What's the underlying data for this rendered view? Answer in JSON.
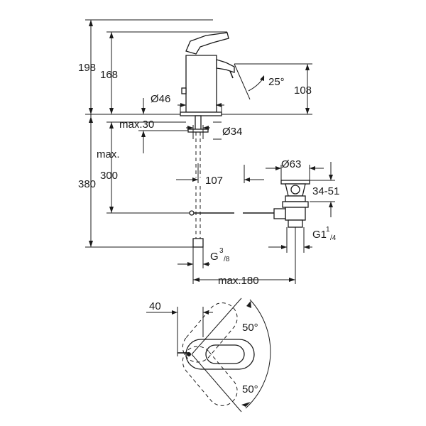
{
  "dimensions": {
    "d198": "198",
    "d168": "168",
    "d25": "25°",
    "d108": "108",
    "d46": "Ø46",
    "dmax30": "max.30",
    "d34": "Ø34",
    "dmax": "max.",
    "d380": "380",
    "d300": "300",
    "d107": "107",
    "d63": "Ø63",
    "d3451": "34-51",
    "dG1": "G1",
    "dG1sup": "1",
    "dG1sub": "/4",
    "dG3": "G",
    "dG3sup": "3",
    "dG3sub": "/8",
    "dmax180": "max.180",
    "d40": "40",
    "d50top": "50°",
    "d50bot": "50°"
  }
}
